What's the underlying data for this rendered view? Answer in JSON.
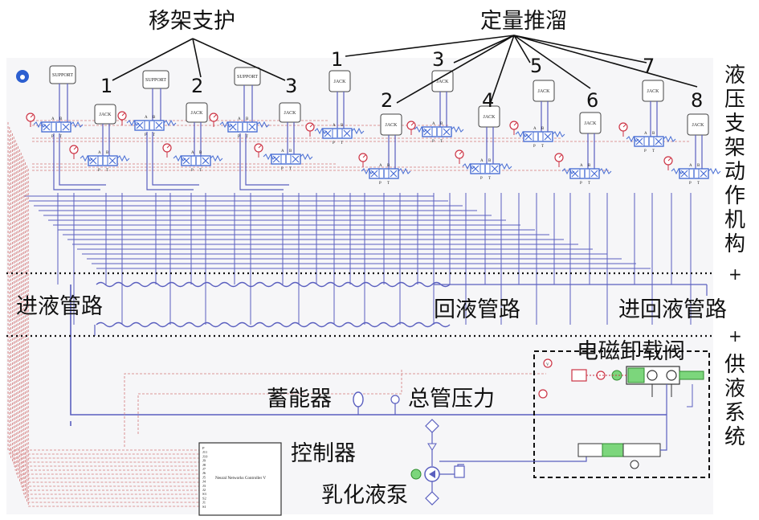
{
  "headings": {
    "support_group": "移架支护",
    "push_group": "定量推溜",
    "actuator_side": "液压支架动作机构",
    "supply_side": "供液系统"
  },
  "support_numbers": [
    "1",
    "2",
    "3"
  ],
  "push_numbers": [
    "1",
    "2",
    "3",
    "4",
    "5",
    "6",
    "7",
    "8"
  ],
  "component_labels": {
    "support": "SUPPORT",
    "jack": "JACK",
    "controller_text": "Neural Networks Controller V",
    "port_a": "A",
    "port_b": "B",
    "port_p": "P",
    "port_t": "T",
    "gauge_v": "V"
  },
  "pipe_labels": {
    "inlet": "进液管路",
    "return": "回液管路",
    "inlet_return": "进回液管路"
  },
  "supply_labels": {
    "unload_valve": "电磁卸载阀",
    "accumulator": "蓄能器",
    "main_pressure": "总管压力",
    "controller": "控制器",
    "pump": "乳化液泵"
  },
  "controller_ports": [
    "P",
    "J11",
    "J10",
    "J9",
    "J8",
    "J7",
    "J6",
    "J5",
    "J4",
    "J3",
    "J2",
    "S3",
    "S2",
    "J1",
    "S1"
  ],
  "colors": {
    "hydraulic_line": "#5a5fbf",
    "signal_line": "#d47a7a",
    "valve_fill": "#4a6fd4",
    "gauge": "#cc3344",
    "green_component": "#7cd67c",
    "divider": "#111111",
    "panel_bg": "#f6f6f8"
  }
}
